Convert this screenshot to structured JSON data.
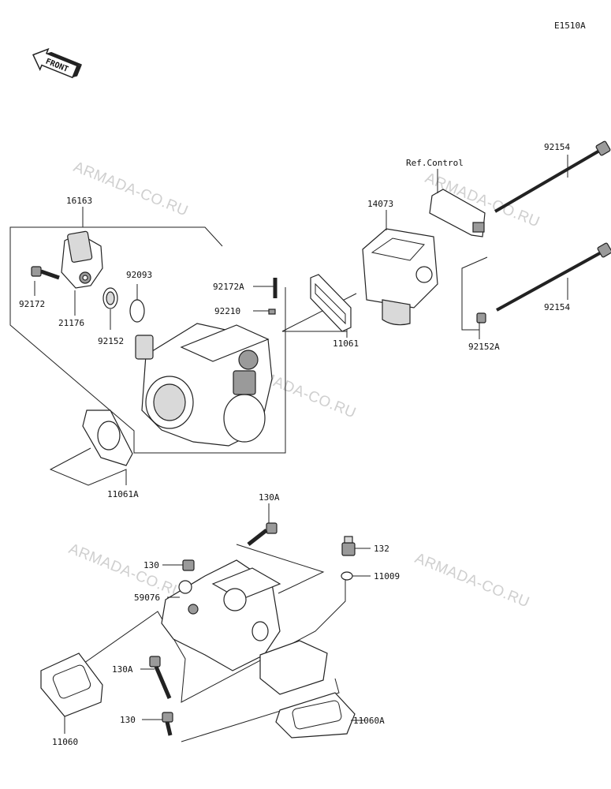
{
  "diagram_code": "E1510A",
  "front_arrow_label": "FRONT",
  "ref_label": "Ref.Control",
  "watermark": "ARMADA-CO.RU",
  "parts": {
    "p16163": "16163",
    "p92172": "92172",
    "p21176": "21176",
    "p92093": "92093",
    "p92152": "92152",
    "p92172A": "92172A",
    "p92210": "92210",
    "p11061": "11061",
    "p11061A": "11061A",
    "p14073": "14073",
    "p92154a": "92154",
    "p92154b": "92154",
    "p92152A": "92152A",
    "p130A_top": "130A",
    "p130_top": "130",
    "p132": "132",
    "p11009": "11009",
    "p59076": "59076",
    "p130A_bot": "130A",
    "p130_bot": "130",
    "p11060": "11060",
    "p11060A": "11060A"
  }
}
